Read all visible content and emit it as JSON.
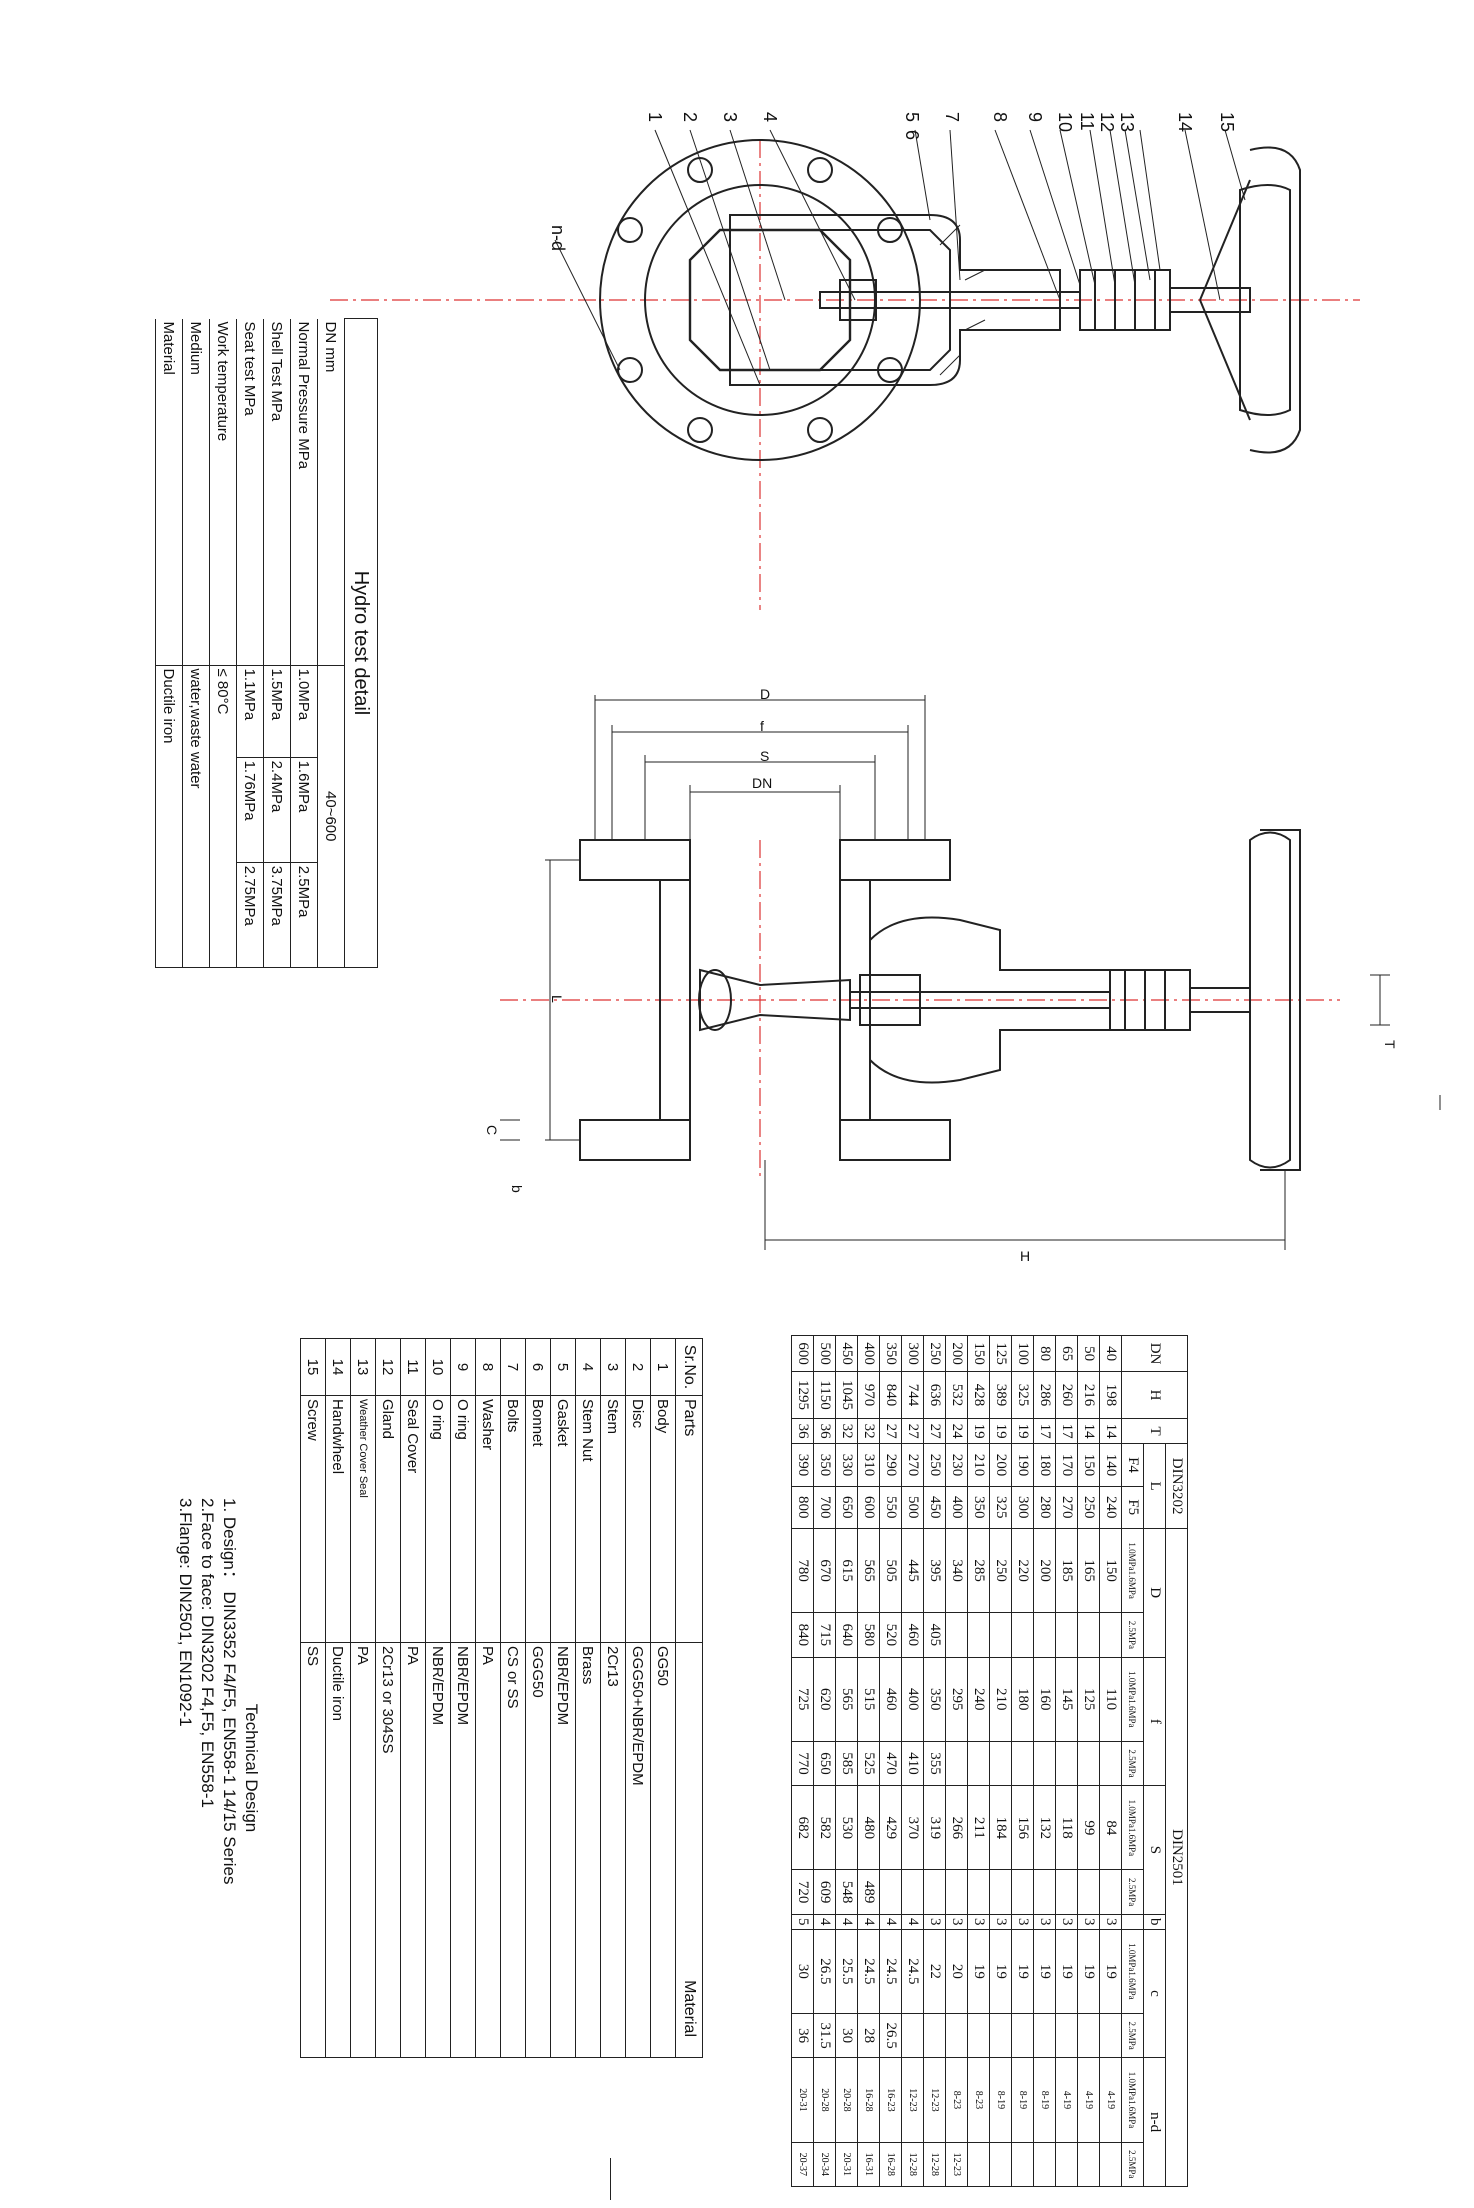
{
  "hydro": {
    "title": "Hydro test detail",
    "rows": [
      {
        "label": "DN          mm",
        "values": [
          "40~600"
        ]
      },
      {
        "label": "Normal Pressure  MPa",
        "values": [
          "1.0MPa",
          "1.6MPa",
          "2.5MPa"
        ]
      },
      {
        "label": "Shell Test   MPa",
        "values": [
          "1.5MPa",
          "2.4MPa",
          "3.75MPa"
        ]
      },
      {
        "label": "Seat test   MPa",
        "values": [
          "1.1MPa",
          "1.76MPa",
          "2.75MPa"
        ]
      },
      {
        "label": "Work temperature",
        "values": [
          "≤ 80°C"
        ]
      },
      {
        "label": "Medium",
        "values": [
          "water,waste water"
        ]
      },
      {
        "label": "Material",
        "values": [
          "Ductile iron"
        ]
      }
    ]
  },
  "din": {
    "h_dn": "DN",
    "h_H": "H",
    "h_T": "T",
    "h_din3202": "DIN3202",
    "h_din2501": "DIN2501",
    "h_L": "L",
    "h_F4": "F4",
    "h_F5": "F5",
    "h_D": "D",
    "h_f": "f",
    "h_S": "S",
    "h_b": "b",
    "h_c": "c",
    "h_nd": "n-d",
    "p1": "1.0MPa",
    "p2": "1.6MPa",
    "p3": "2.5MPa",
    "p12": "1.0MPa1.6MPa",
    "rows": [
      [
        "40",
        "198",
        "14",
        "140",
        "240",
        "150",
        "",
        "110",
        "",
        "84",
        "",
        "3",
        "19",
        "",
        "4-19",
        ""
      ],
      [
        "50",
        "216",
        "14",
        "150",
        "250",
        "165",
        "",
        "125",
        "",
        "99",
        "",
        "3",
        "19",
        "",
        "4-19",
        ""
      ],
      [
        "65",
        "260",
        "17",
        "170",
        "270",
        "185",
        "",
        "145",
        "",
        "118",
        "",
        "3",
        "19",
        "",
        "4-19",
        ""
      ],
      [
        "80",
        "286",
        "17",
        "180",
        "280",
        "200",
        "",
        "160",
        "",
        "132",
        "",
        "3",
        "19",
        "",
        "8-19",
        ""
      ],
      [
        "100",
        "325",
        "19",
        "190",
        "300",
        "220",
        "",
        "180",
        "",
        "156",
        "",
        "3",
        "19",
        "",
        "8-19",
        ""
      ],
      [
        "125",
        "389",
        "19",
        "200",
        "325",
        "250",
        "",
        "210",
        "",
        "184",
        "",
        "3",
        "19",
        "",
        "8-19",
        ""
      ],
      [
        "150",
        "428",
        "19",
        "210",
        "350",
        "285",
        "",
        "240",
        "",
        "211",
        "",
        "3",
        "19",
        "",
        "8-23",
        ""
      ],
      [
        "200",
        "532",
        "24",
        "230",
        "400",
        "340",
        "",
        "295",
        "",
        "266",
        "",
        "3",
        "20",
        "",
        "8-23",
        "12-23"
      ],
      [
        "250",
        "636",
        "27",
        "250",
        "450",
        "395",
        "405",
        "350",
        "355",
        "319",
        "",
        "3",
        "22",
        "",
        "12-23",
        "12-28"
      ],
      [
        "300",
        "744",
        "27",
        "270",
        "500",
        "445",
        "460",
        "400",
        "410",
        "370",
        "",
        "4",
        "24.5",
        "",
        "12-23",
        "12-28"
      ],
      [
        "350",
        "840",
        "27",
        "290",
        "550",
        "505",
        "520",
        "460",
        "470",
        "429",
        "",
        "4",
        "24.5",
        "26.5",
        "16-23",
        "16-28"
      ],
      [
        "400",
        "970",
        "32",
        "310",
        "600",
        "565",
        "580",
        "515",
        "525",
        "480",
        "489",
        "4",
        "24.5",
        "28",
        "16-28",
        "16-31"
      ],
      [
        "450",
        "1045",
        "32",
        "330",
        "650",
        "615",
        "640",
        "565",
        "585",
        "530",
        "548",
        "4",
        "25.5",
        "30",
        "20-28",
        "20-31"
      ],
      [
        "500",
        "1150",
        "36",
        "350",
        "700",
        "670",
        "715",
        "620",
        "650",
        "582",
        "609",
        "4",
        "26.5",
        "31.5",
        "20-28",
        "20-34"
      ],
      [
        "600",
        "1295",
        "36",
        "390",
        "800",
        "780",
        "840",
        "725",
        "770",
        "682",
        "720",
        "5",
        "30",
        "36",
        "20-31",
        "20-37"
      ]
    ]
  },
  "parts": {
    "h_sr": "Sr.No.",
    "h_parts": "Parts",
    "h_material": "Material",
    "rows": [
      {
        "no": "1",
        "part": "Body",
        "mat": "GG50"
      },
      {
        "no": "2",
        "part": "Disc",
        "mat": "GGG50+NBR/EPDM"
      },
      {
        "no": "3",
        "part": "Stem",
        "mat": "2Cr13"
      },
      {
        "no": "4",
        "part": "Stem Nut",
        "mat": "Brass"
      },
      {
        "no": "5",
        "part": "Gasket",
        "mat": "NBR/EPDM"
      },
      {
        "no": "6",
        "part": "Bonnet",
        "mat": "GGG50"
      },
      {
        "no": "7",
        "part": "Bolts",
        "mat": "CS or SS"
      },
      {
        "no": "8",
        "part": "Washer",
        "mat": "PA"
      },
      {
        "no": "9",
        "part": "O ring",
        "mat": "NBR/EPDM"
      },
      {
        "no": "10",
        "part": "O ring",
        "mat": "NBR/EPDM"
      },
      {
        "no": "11",
        "part": "Seal Cover",
        "mat": "PA"
      },
      {
        "no": "12",
        "part": "Gland",
        "mat": "2Cr13 or 304SS"
      },
      {
        "no": "13",
        "part": "Weather Cover Seal",
        "mat": "PA"
      },
      {
        "no": "14",
        "part": "Handwheel",
        "mat": "Ductile iron"
      },
      {
        "no": "15",
        "part": "Screw",
        "mat": "SS"
      }
    ]
  },
  "tech": {
    "title": "Technical Design",
    "lines": [
      "1. Design： DIN3352 F4/F5, EN558-1 14/15 Series",
      "2.Face to face: DIN3202 F4,F5, EN558-1",
      "3.Flange:  DIN2501, EN1092-1"
    ]
  },
  "drawing": {
    "balloons": [
      "1",
      "2",
      "3",
      "4",
      "5",
      "6",
      "7",
      "8",
      "9",
      "10",
      "11",
      "12",
      "13",
      "14",
      "15"
    ],
    "nd_label": "n-d",
    "dims": {
      "D": "D",
      "f": "f",
      "S": "S",
      "DN": "DN",
      "L": "L",
      "C": "C",
      "b": "b",
      "H": "H",
      "T": "T"
    }
  }
}
